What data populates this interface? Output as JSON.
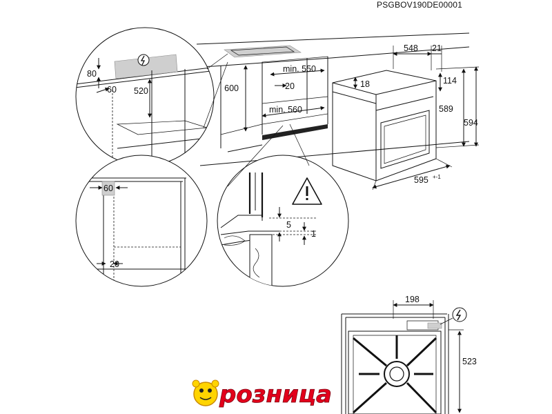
{
  "document_code": "PSGBOV190DE00001",
  "dimensions": {
    "oven_depth": "548",
    "oven_front_depth": "21",
    "panel_offset": "114",
    "top_offset": "18",
    "height_inner": "589",
    "height_total": "594",
    "width": "595",
    "width_tolerance": "+-1",
    "niche_width_min": "min. 550",
    "niche_gap": "20",
    "niche_height": "600",
    "niche_depth_min": "min. 560",
    "detail_top_80": "80",
    "detail_top_60": "60",
    "detail_top_520": "520",
    "detail_side_60": "60",
    "detail_side_20": "20",
    "detail_sill_5": "5",
    "detail_sill_1": "1",
    "bottom_view_198": "198",
    "bottom_view_523": "523"
  },
  "icons": {
    "power": "power-connection-icon",
    "warning": "warning-triangle-icon"
  },
  "brand_logo": {
    "text": "розница",
    "color": "#e3001b"
  }
}
